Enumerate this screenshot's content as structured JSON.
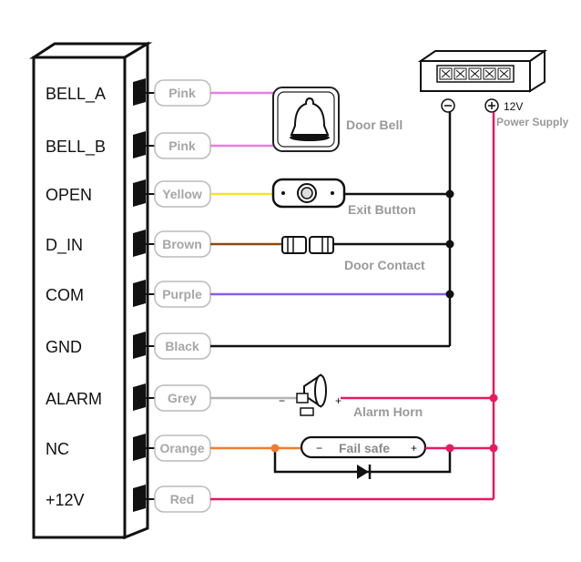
{
  "terminals": [
    {
      "label": "BELL_A",
      "wire": "Pink",
      "color": "#e87ee0"
    },
    {
      "label": "BELL_B",
      "wire": "Pink",
      "color": "#e87ee0"
    },
    {
      "label": "OPEN",
      "wire": "Yellow",
      "color": "#f2e335"
    },
    {
      "label": "D_IN",
      "wire": "Brown",
      "color": "#8a4a12"
    },
    {
      "label": "COM",
      "wire": "Purple",
      "color": "#8a5cf0"
    },
    {
      "label": "GND",
      "wire": "Black",
      "color": "#111111"
    },
    {
      "label": "ALARM",
      "wire": "Grey",
      "color": "#b4b4b4"
    },
    {
      "label": "NC",
      "wire": "Orange",
      "color": "#f07d2a"
    },
    {
      "label": "+12V",
      "wire": "Red",
      "color": "#e8195c"
    }
  ],
  "devices": {
    "door_bell": "Door Bell",
    "exit_button": "Exit Button",
    "door_contact": "Door Contact",
    "alarm_horn": "Alarm Horn",
    "fail_safe": "Fail safe",
    "power_supply": "Power Supply"
  },
  "symbols": {
    "minus": "−",
    "plus": "+",
    "minus_circle": "⊖",
    "plus_circle": "⊕",
    "voltage": "12V"
  },
  "colors": {
    "red": "#e8195c",
    "black": "#111111",
    "label_grey": "#a6a6a6"
  }
}
